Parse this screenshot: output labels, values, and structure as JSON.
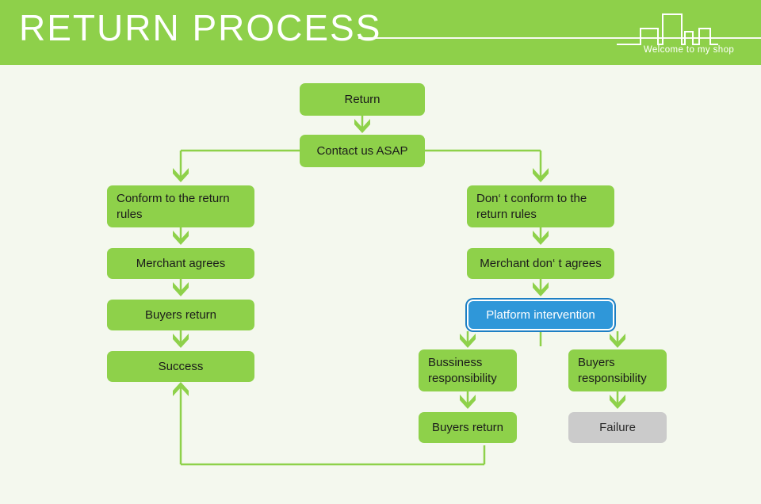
{
  "header": {
    "title": "RETURN PROCESS",
    "welcome": "Welcome to my shop",
    "skyline_icon": "city-skyline-icon",
    "band_color": "#8ed04a",
    "title_color": "#ffffff"
  },
  "theme": {
    "background": "#f4f8ee",
    "node_green": "#8ed14a",
    "node_grey": "#cbcbcb",
    "highlight_blue": "#2f97d9",
    "highlight_ring": "#1d7fc4",
    "connector_green": "#8ed14a",
    "text_dark": "#1b1b1b"
  },
  "chart_data": {
    "type": "diagram",
    "title": "RETURN PROCESS",
    "nodes": [
      {
        "id": "return",
        "label": "Return",
        "style": "green",
        "align": "center"
      },
      {
        "id": "contact",
        "label": "Contact us ASAP",
        "style": "green",
        "align": "center"
      },
      {
        "id": "conform",
        "label": "Conform to the return rules",
        "style": "green",
        "align": "left"
      },
      {
        "id": "merchant-agrees",
        "label": "Merchant agrees",
        "style": "green",
        "align": "center"
      },
      {
        "id": "buyers-return-l",
        "label": "Buyers return",
        "style": "green",
        "align": "center"
      },
      {
        "id": "success",
        "label": "Success",
        "style": "green",
        "align": "center"
      },
      {
        "id": "not-conform",
        "label": "Don‘ t conform to the return rules",
        "style": "green",
        "align": "left"
      },
      {
        "id": "merchant-disagree",
        "label": "Merchant don‘ t agrees",
        "style": "green",
        "align": "center"
      },
      {
        "id": "platform",
        "label": "Platform intervention",
        "style": "highlight",
        "align": "center"
      },
      {
        "id": "business-resp",
        "label": "Bussiness responsibility",
        "style": "green",
        "align": "left"
      },
      {
        "id": "buyers-resp",
        "label": "Buyers responsibility",
        "style": "green",
        "align": "left"
      },
      {
        "id": "buyers-return-r",
        "label": "Buyers return",
        "style": "green",
        "align": "center"
      },
      {
        "id": "failure",
        "label": "Failure",
        "style": "grey",
        "align": "center"
      }
    ],
    "edges": [
      {
        "from": "return",
        "to": "contact"
      },
      {
        "from": "contact",
        "to": "conform"
      },
      {
        "from": "contact",
        "to": "not-conform"
      },
      {
        "from": "conform",
        "to": "merchant-agrees"
      },
      {
        "from": "merchant-agrees",
        "to": "buyers-return-l"
      },
      {
        "from": "buyers-return-l",
        "to": "success"
      },
      {
        "from": "not-conform",
        "to": "merchant-disagree"
      },
      {
        "from": "merchant-disagree",
        "to": "platform"
      },
      {
        "from": "platform",
        "to": "business-resp"
      },
      {
        "from": "platform",
        "to": "buyers-resp"
      },
      {
        "from": "business-resp",
        "to": "buyers-return-r"
      },
      {
        "from": "buyers-resp",
        "to": "failure"
      },
      {
        "from": "buyers-return-r",
        "to": "success"
      }
    ]
  }
}
